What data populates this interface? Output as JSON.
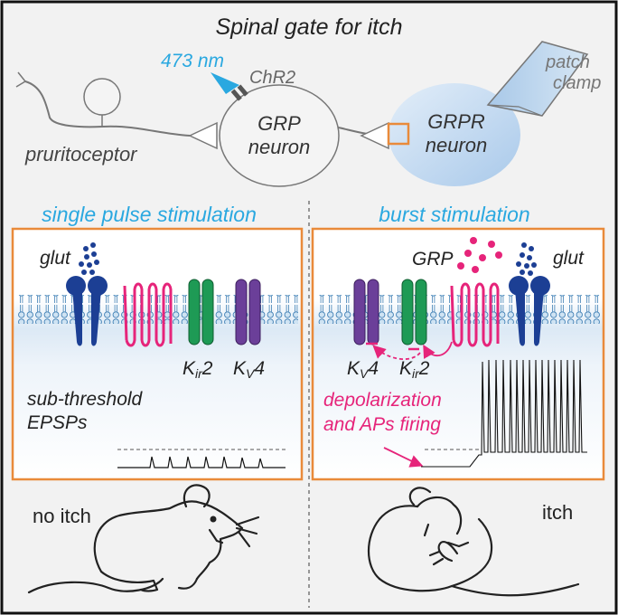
{
  "title": "Spinal gate for itch",
  "top": {
    "laser": "473 nm",
    "opsin": "ChR2",
    "pruritoceptor": "pruritoceptor",
    "grp_neuron": [
      "GRP",
      "neuron"
    ],
    "grpr_neuron": [
      "GRPR",
      "neuron"
    ],
    "patch_clamp": [
      "patch",
      "clamp"
    ]
  },
  "left": {
    "heading": "single pulse stimulation",
    "glut": "glut",
    "kir2_main": "K",
    "kir2_sub": "ir",
    "kir2_num": "2",
    "kv4_main": "K",
    "kv4_sub": "V",
    "kv4_num": "4",
    "epsp": [
      "sub-threshold",
      "EPSPs"
    ],
    "caption": "no itch"
  },
  "right": {
    "heading": "burst stimulation",
    "grp": "GRP",
    "glut": "glut",
    "kv4_main": "K",
    "kv4_sub": "V",
    "kv4_num": "4",
    "kir2_main": "K",
    "kir2_sub": "ir",
    "kir2_num": "2",
    "depol": [
      "depolarization",
      "and APs firing"
    ],
    "caption": "itch"
  },
  "colors": {
    "blue_text": "#2aa8e0",
    "magenta": "#e6247a",
    "orange": "#e98a3a",
    "glut_blue": "#1c3f94",
    "kir_green": "#1e9a55",
    "kv_purple": "#6b3f99",
    "panel_bg": "#f2f2f2"
  }
}
